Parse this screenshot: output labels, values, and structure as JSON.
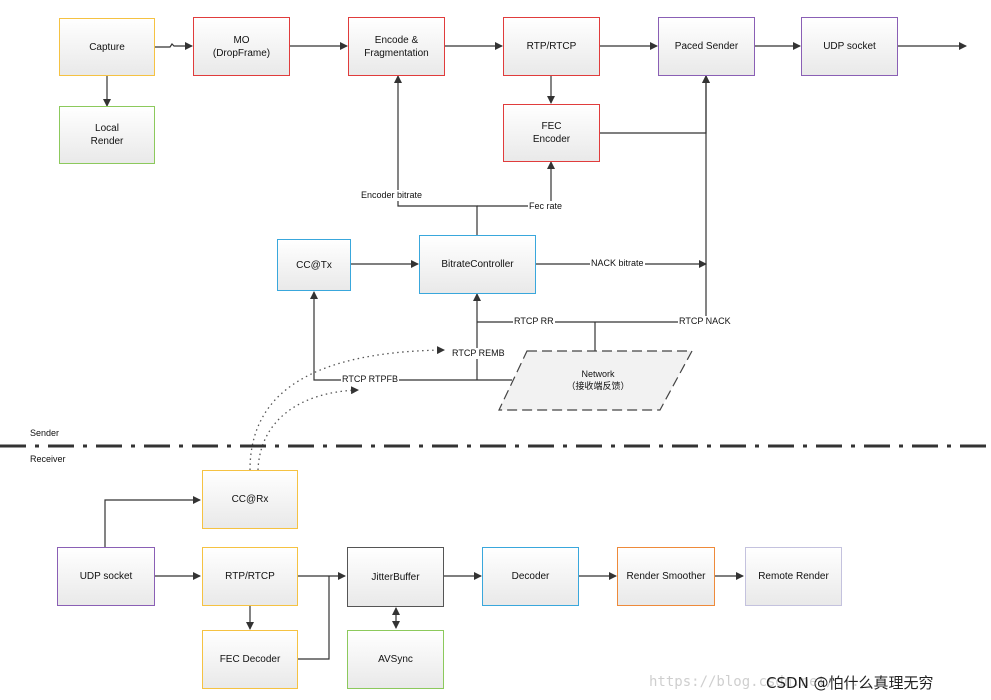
{
  "sender": {
    "nodes": {
      "capture": "Capture",
      "local_render": "Local\nRender",
      "mo": "MO\n(DropFrame)",
      "encode": "Encode &\nFragmentation",
      "rtp_rtcp": "RTP/RTCP",
      "fec_encoder": "FEC\nEncoder",
      "paced_sender": "Paced Sender",
      "udp_socket": "UDP socket",
      "cc_tx": "CC@Tx",
      "bitrate_controller": "BitrateController",
      "network": "Network\n（接收端反馈）"
    },
    "labels": {
      "encoder_bitrate": "Encoder bitrate",
      "fec_rate": "Fec rate",
      "nack_bitrate": "NACK bitrate",
      "rtcp_rr": "RTCP RR",
      "rtcp_nack": "RTCP NACK",
      "rtcp_remb": "RTCP REMB",
      "rtcp_rtpfb": "RTCP RTPFB"
    }
  },
  "divider": {
    "sender_label": "Sender",
    "receiver_label": "Receiver"
  },
  "receiver": {
    "nodes": {
      "cc_rx": "CC@Rx",
      "udp_socket": "UDP socket",
      "rtp_rtcp": "RTP/RTCP",
      "fec_decoder": "FEC Decoder",
      "jitter_buffer": "JitterBuffer",
      "avsync": "AVSync",
      "decoder": "Decoder",
      "render_smoother": "Render Smoother",
      "remote_render": "Remote Render"
    }
  },
  "watermark": "https://blog.csdn.net/...",
  "credit": "CSDN @怕什么真理无穷"
}
